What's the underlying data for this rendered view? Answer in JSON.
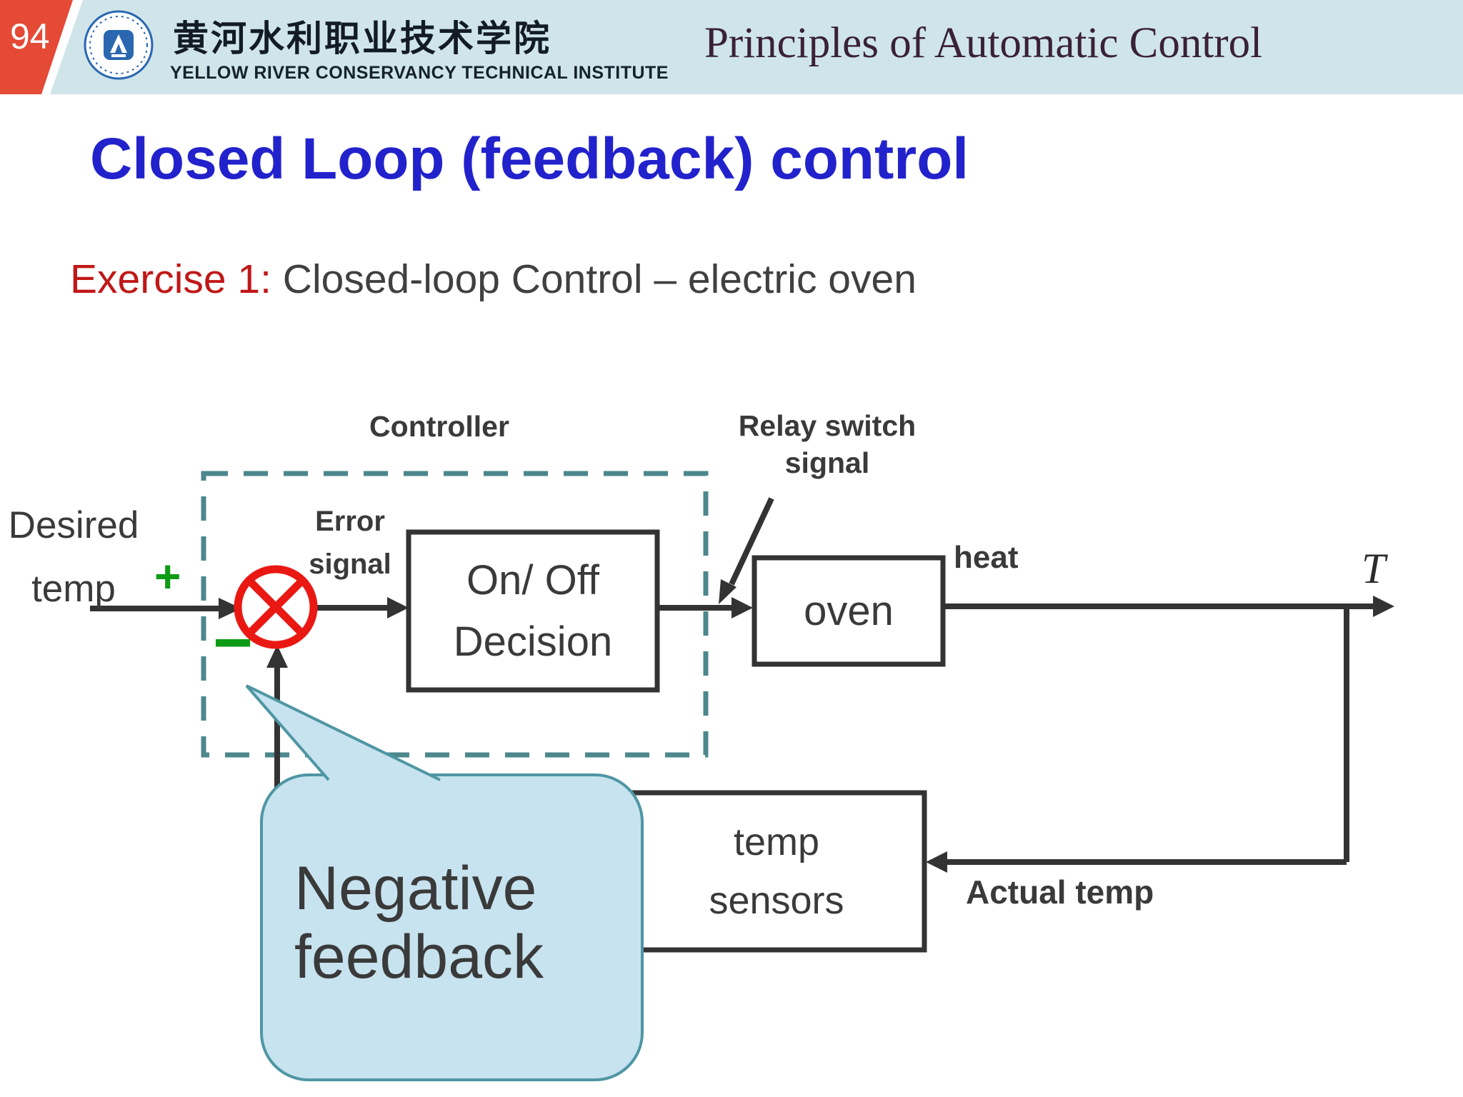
{
  "page": {
    "number": "94"
  },
  "header": {
    "institute_cn": "黄河水利职业技术学院",
    "institute_en": "YELLOW RIVER CONSERVANCY TECHNICAL INSTITUTE",
    "course_title": "Principles of Automatic Control"
  },
  "slide": {
    "title": "Closed Loop (feedback) control",
    "exercise_label": "Exercise 1:",
    "exercise_text": " Closed-loop Control – electric oven"
  },
  "diagram": {
    "controller_label": "Controller",
    "relay_label_line1": "Relay switch",
    "relay_label_line2": "signal",
    "desired_line1": "Desired",
    "desired_line2": "temp",
    "plus_sign": "+",
    "minus_sign": "−",
    "error_label_line1": "Error",
    "error_label_line2": "signal",
    "onoff_line1": "On/ Off",
    "onoff_line2": "Decision",
    "oven_label": "oven",
    "heat_label": "heat",
    "output_label": "T",
    "sensors_line1": "temp",
    "sensors_line2": "sensors",
    "actual_temp_label": "Actual temp",
    "bubble_line1": "Negative",
    "bubble_line2": "feedback"
  },
  "colors": {
    "header_bg": "#cfe5ea",
    "tab_red": "#e44a36",
    "title_blue": "#2222cc",
    "exercise_red": "#c01818",
    "course_maroon": "#3a2138",
    "text_dark": "#3a3a3a",
    "line_dark": "#333333",
    "teal": "#4d878e",
    "bubble_fill": "#c7e3ef",
    "bubble_border": "#4f96a3",
    "sum_red": "#ea1813",
    "sign_green": "#0f9b15",
    "logo_blue": "#2a67b0"
  }
}
